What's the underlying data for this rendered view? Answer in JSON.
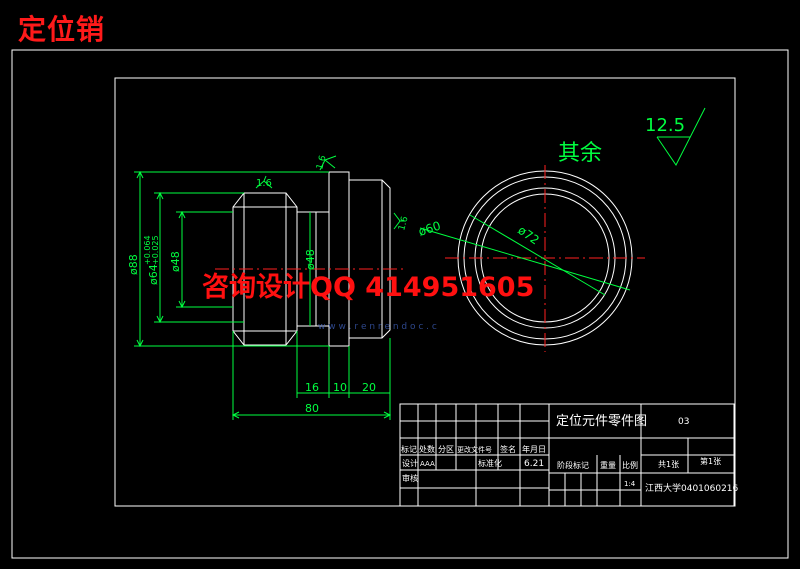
{
  "header": {
    "title": "定位销"
  },
  "overlay": {
    "contact": "咨询设计QQ 414951605",
    "watermark": "w w w . r e n r e n d o c . c"
  },
  "drawing": {
    "note_rest": "其余",
    "roughness_rest": "12.5",
    "roughness_a": "1.6",
    "roughness_b": "1.6",
    "roughness_c": "1.6",
    "dim_d88": "ø88",
    "dim_d64": "ø64",
    "dim_d64_tol_upper": "+0.064",
    "dim_d64_tol_lower": "+0.025",
    "dim_d48_left": "ø48",
    "dim_d48_mid": "ø48",
    "dim_d60": "ø60",
    "dim_d72": "ø72",
    "dim_16": "16",
    "dim_10": "10",
    "dim_20": "20",
    "dim_80": "80"
  },
  "title_block": {
    "part_title": "定位元件零件图",
    "drawing_no": "03",
    "total_sheets": "共1张",
    "sheet_no": "第1张",
    "h_mark": "标记",
    "h_count": "处数",
    "h_zone": "分区",
    "h_change_doc": "更改文件号",
    "h_sign": "签名",
    "h_date": "年月日",
    "design_label": "设计",
    "design_name": "AAA",
    "std_label": "标准化",
    "design_date": "6.21",
    "stage_mark": "阶段标记",
    "weight": "重量",
    "scale": "比例",
    "scale_value": "1:4",
    "review_label": "审核",
    "school_no": "江西大学0401060216"
  }
}
